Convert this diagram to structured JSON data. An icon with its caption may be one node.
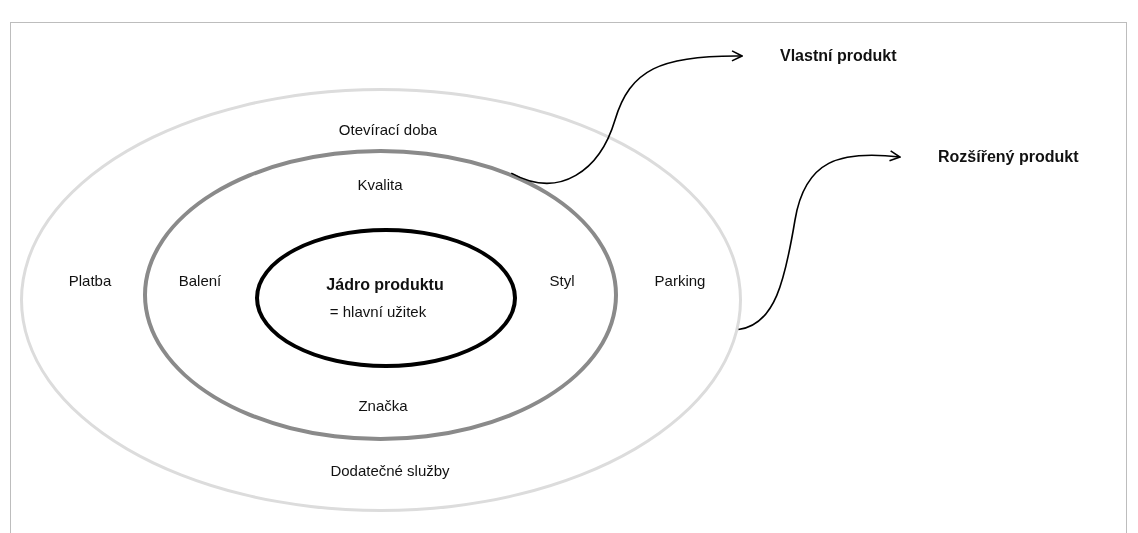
{
  "diagram": {
    "nodes": [
      {
        "text": [
          "Otevírací doba",
          "Platba",
          "Parking",
          "Dodatečné služby"
        ]
      },
      {
        "text": [
          "Kvalita",
          "Balení",
          "Styl",
          "Značka"
        ],
        "in": 0
      },
      {
        "text": [
          "Jádro produktu",
          "= hlavní užitek"
        ],
        "in": 1
      },
      {
        "text": [
          "Vlastní produkt"
        ]
      },
      {
        "text": [
          "Rozšířený produkt"
        ]
      }
    ],
    "edges": [
      {
        "from": 1,
        "to": 3,
        "arrow": "to"
      },
      {
        "from": 0,
        "to": 4,
        "arrow": "to"
      }
    ]
  }
}
